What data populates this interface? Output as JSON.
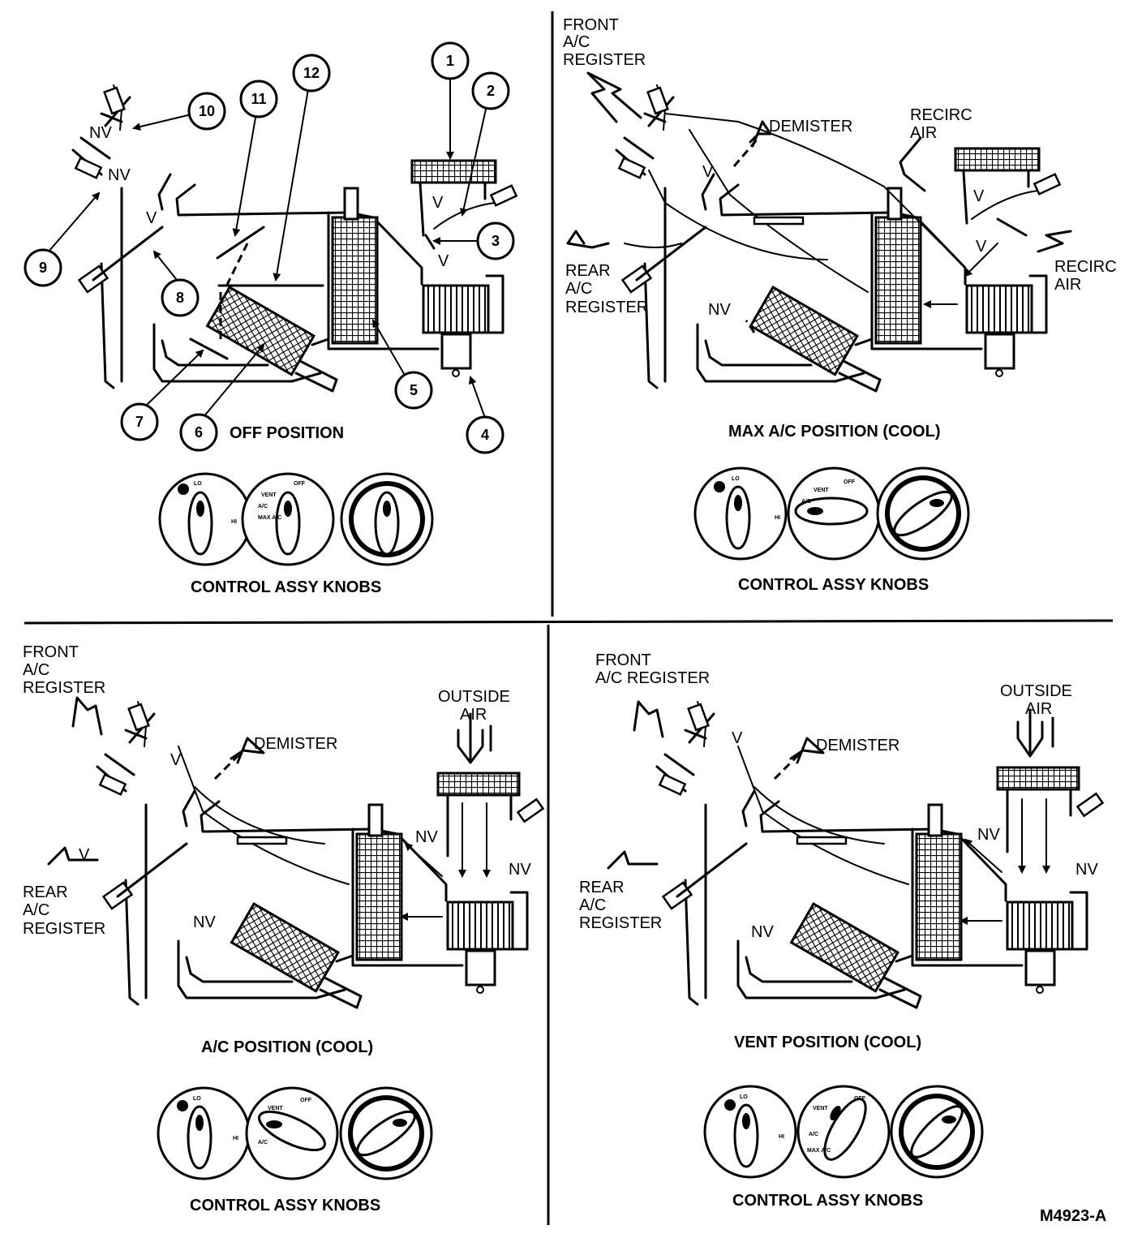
{
  "figure_id": "M4923-A",
  "panels": [
    {
      "key": "off",
      "caption": "OFF POSITION",
      "knobs_caption": "CONTROL ASSY KNOBS",
      "callouts": [
        "1",
        "2",
        "3",
        "4",
        "5",
        "6",
        "7",
        "8",
        "9",
        "10",
        "11",
        "12"
      ],
      "valve_labels": [
        "NV",
        "NV",
        "V",
        "V",
        "V"
      ]
    },
    {
      "key": "max_ac",
      "caption": "MAX A/C POSITION (COOL)",
      "knobs_caption": "CONTROL ASSY KNOBS",
      "labels": {
        "front_register": [
          "FRONT",
          "A/C",
          "REGISTER"
        ],
        "demister": "DEMISTER",
        "recirc_top": [
          "RECIRC",
          "AIR"
        ],
        "recirc_right": [
          "RECIRC",
          "AIR"
        ],
        "rear_register": [
          "REAR",
          "A/C",
          "REGISTER"
        ]
      },
      "valve_labels": [
        "V",
        "V",
        "V",
        "NV"
      ]
    },
    {
      "key": "ac",
      "caption": "A/C POSITION (COOL)",
      "knobs_caption": "CONTROL ASSY KNOBS",
      "labels": {
        "front_register": [
          "FRONT",
          "A/C",
          "REGISTER"
        ],
        "demister": "DEMISTER",
        "outside_air": [
          "OUTSIDE",
          "AIR"
        ],
        "rear_register": [
          "REAR",
          "A/C",
          "REGISTER"
        ]
      },
      "valve_labels": [
        "V",
        "V",
        "NV",
        "NV",
        "NV"
      ]
    },
    {
      "key": "vent",
      "caption": "VENT POSITION (COOL)",
      "knobs_caption": "CONTROL ASSY KNOBS",
      "labels": {
        "front_register": [
          "FRONT",
          "A/C REGISTER"
        ],
        "demister": "DEMISTER",
        "outside_air": [
          "OUTSIDE",
          "AIR"
        ],
        "rear_register": [
          "REAR",
          "A/C",
          "REGISTER"
        ]
      },
      "valve_labels": [
        "V",
        "NV",
        "NV",
        "NV"
      ]
    }
  ],
  "knob_labels": {
    "fan": [
      "LO",
      "HI"
    ],
    "mode_off": [
      "OFF",
      "VENT",
      "A/C",
      "MAX A/C"
    ],
    "mode_max": [
      "OFF",
      "VENT",
      "A/C"
    ]
  }
}
